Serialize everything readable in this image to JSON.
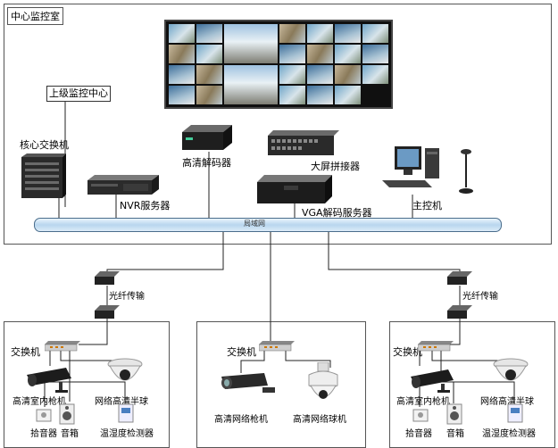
{
  "center": {
    "title": "中心监控室",
    "upper_center": "上级监控中心",
    "core_switch": "核心交换机",
    "nvr": "NVR服务器",
    "hd_decoder": "高清解码器",
    "splicer": "大屏拼接器",
    "vga_server": "VGA解码服务器",
    "main_console": "主控机",
    "lan": "局域网"
  },
  "links": {
    "left": "光纤传输",
    "right": "光纤传输"
  },
  "sites": [
    {
      "switch": "交换机",
      "gun_camera": "高清室内枪机",
      "dome_camera": "网络高清半球",
      "pickup": "拾音器",
      "speaker": "音箱",
      "sensor": "温湿度检测器"
    },
    {
      "switch": "交换机",
      "gun_camera": "高清网络枪机",
      "dome_camera": "高清网络球机"
    },
    {
      "switch": "交换机",
      "gun_camera": "高清室内枪机",
      "dome_camera": "网络高清半球",
      "pickup": "拾音器",
      "speaker": "音箱",
      "sensor": "温湿度检测器"
    }
  ]
}
